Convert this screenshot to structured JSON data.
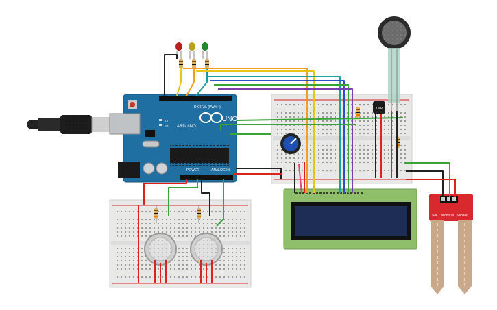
{
  "arduino": {
    "brand": "ARDUINO",
    "model": "UNO",
    "digital_label": "DIGITAL (PWM~)",
    "power_label": "POWER",
    "analog_label": "ANALOG IN",
    "tx_label": "TX",
    "rx_label": "RX",
    "l_label": "L"
  },
  "temp_sensor": {
    "label": "TMP"
  },
  "soil_sensor": {
    "labels": [
      "Soil",
      "Moisture",
      "Sensor"
    ]
  },
  "colors": {
    "arduino_board": "#1f6fa3",
    "breadboard": "#e8e8e6",
    "lcd_board": "#8fbf6a",
    "lcd_screen": "#1d2d55",
    "soil_board": "#d9292f",
    "wire_green": "#3aa33a",
    "wire_red": "#d22",
    "wire_black": "#222",
    "wire_orange": "#f0a020",
    "wire_yellow": "#e8c51a",
    "wire_blue": "#2f4fc4",
    "wire_teal": "#1fa0a0",
    "wire_purple": "#7a3fb0",
    "wire_pink": "#e0457a",
    "led_red": "#b3201d",
    "led_yellow": "#b7a21a",
    "led_green": "#1f8a2b"
  }
}
